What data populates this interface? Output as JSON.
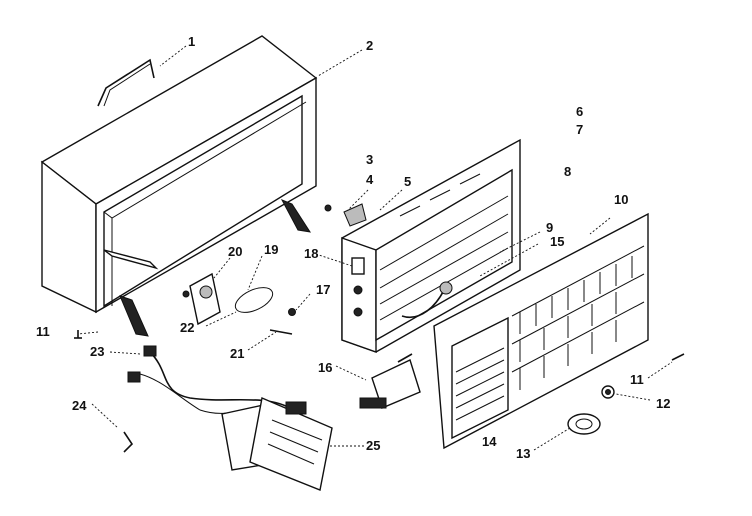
{
  "callouts": {
    "c1": "1",
    "c2": "2",
    "c3": "3",
    "c4": "4",
    "c5": "5",
    "c6": "6",
    "c7": "7",
    "c8": "8",
    "c9": "9",
    "c10": "10",
    "c11a": "11",
    "c11b": "11",
    "c12": "12",
    "c13": "13",
    "c14": "14",
    "c15": "15",
    "c16": "16",
    "c17": "17",
    "c18": "18",
    "c19": "19",
    "c20": "20",
    "c21": "21",
    "c22": "22",
    "c23": "23",
    "c24": "24",
    "c25": "25"
  }
}
